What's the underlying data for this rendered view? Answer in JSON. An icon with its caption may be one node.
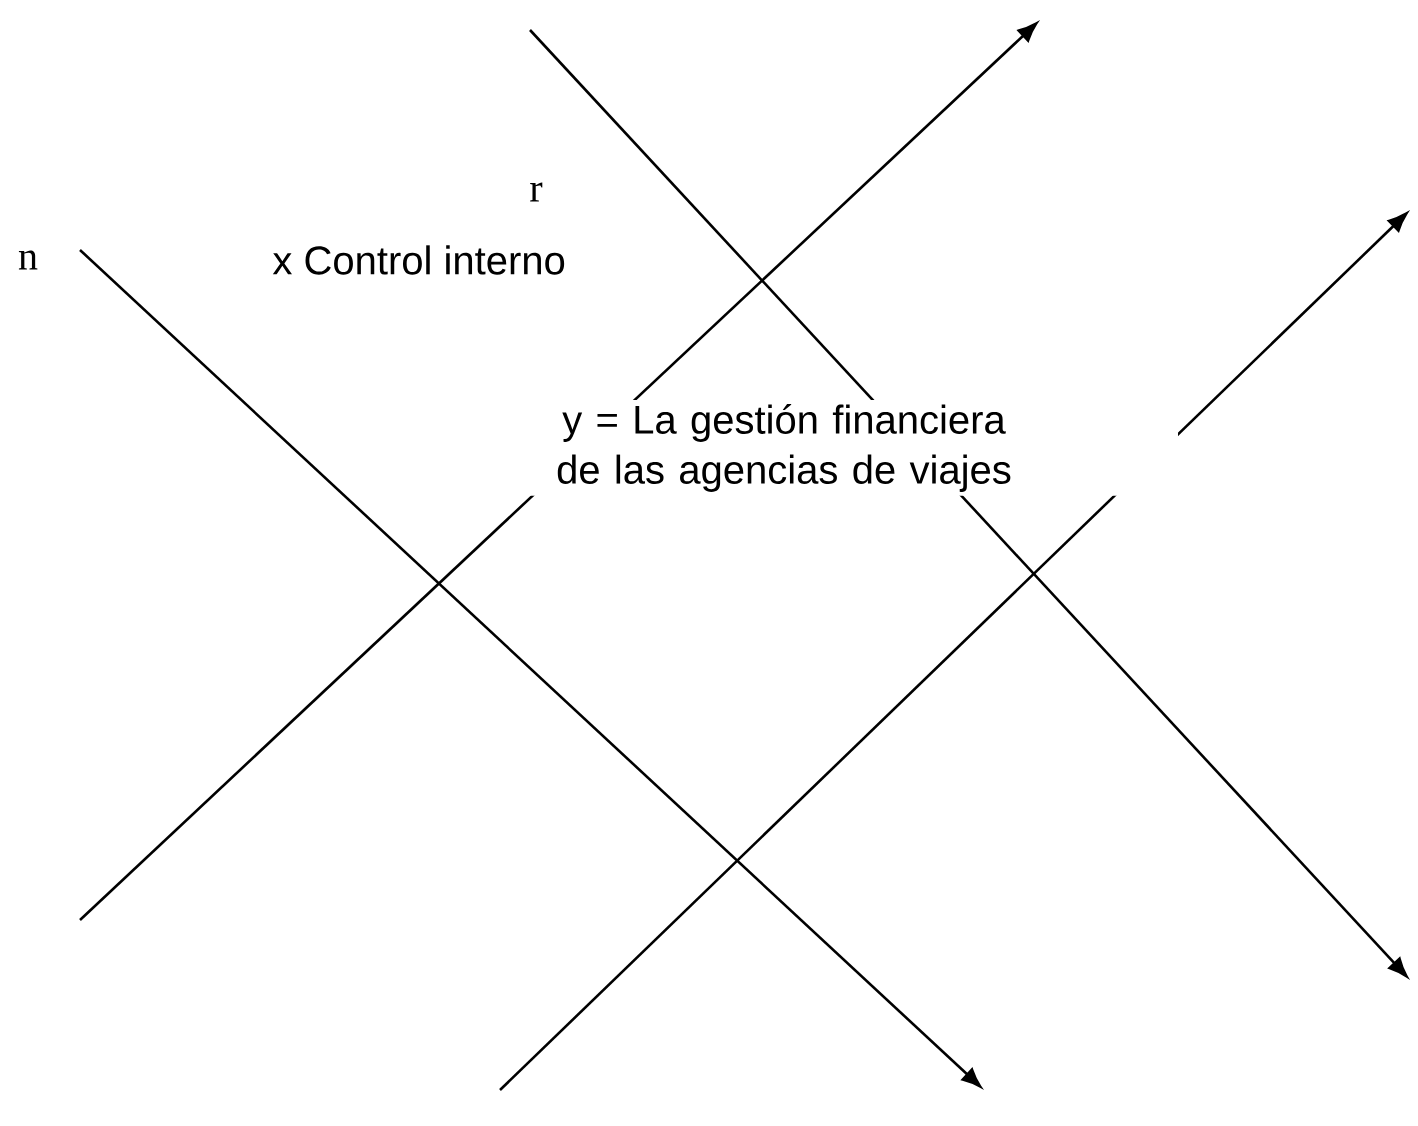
{
  "diagram": {
    "labels": [
      "r",
      "n",
      "x Control interno",
      "y = La gestión financiera de las agencias de viajes"
    ]
  }
}
